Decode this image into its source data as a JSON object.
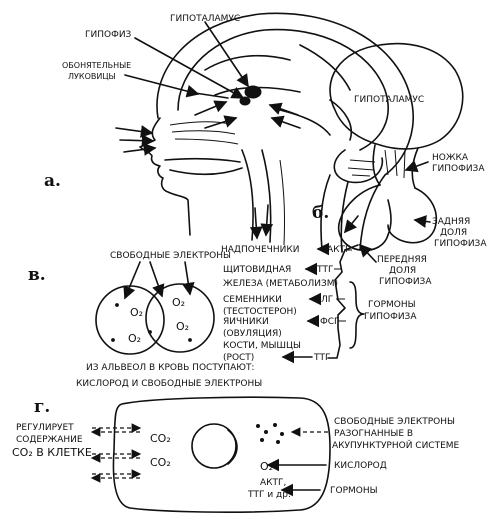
{
  "panel_letters": {
    "a": "а.",
    "b": "б.",
    "v": "в.",
    "g": "г."
  },
  "panel_a": {
    "hypothalamus": "ГИПОТАЛАМУС",
    "pituitary": "ГИПОФИЗ",
    "olfactory_line1": "ОБОНЯТЕЛЬНЫЕ",
    "olfactory_line2": "ЛУКОВИЦЫ"
  },
  "panel_b": {
    "hypothalamus": "ГИПОТАЛАМУС",
    "stalk_line1": "НОЖКА",
    "stalk_line2": "ГИПОФИЗА",
    "posterior_line1": "ЗАДНЯЯ",
    "posterior_line2": "ДОЛЯ",
    "posterior_line3": "ГИПОФИЗА",
    "anterior_line1": "ПЕРЕДНЯЯ",
    "anterior_line2": "ДОЛЯ",
    "anterior_line3": "ГИПОФИЗА"
  },
  "panel_v": {
    "free_electrons": "СВОБОДНЫЕ ЭЛЕКТРОНЫ",
    "o2_a": "O₂",
    "o2_b": "O₂",
    "o2_c": "O₂",
    "o2_d": "O₂",
    "targets": [
      {
        "organ": "НАДПОЧЕЧНИКИ",
        "hormone": "АКТГ"
      },
      {
        "organ": "ЩИТОВИДНАЯ",
        "hormone": "ТТГ"
      },
      {
        "organ": "ЖЕЛЕЗА (МЕТАБОЛИЗМ)",
        "hormone": ""
      },
      {
        "organ": "СЕМЕННИКИ",
        "hormone": "ЛГ"
      },
      {
        "organ": "(ТЕСТОСТЕРОН)",
        "hormone": ""
      },
      {
        "organ": "ЯИЧНИКИ",
        "hormone": "ФСГ"
      },
      {
        "organ": "(ОВУЛЯЦИЯ)",
        "hormone": ""
      },
      {
        "organ": "КОСТИ, МЫШЦЫ",
        "hormone": ""
      },
      {
        "organ": "(РОСТ)",
        "hormone": "ТТГ"
      }
    ],
    "hormones_line1": "ГОРМОНЫ",
    "hormones_line2": "ГИПОФИЗА",
    "alveoli_line1": "ИЗ АЛЬВЕОЛ В КРОВЬ ПОСТУПАЮТ:",
    "alveoli_line2": "КИСЛОРОД И СВОБОДНЫЕ ЭЛЕКТРОНЫ"
  },
  "panel_g": {
    "regulates_line1": "РЕГУЛИРУЕТ",
    "regulates_line2": "СОДЕРЖАНИЕ",
    "regulates_line3": "CO₂ В КЛЕТКЕ",
    "co2_top": "CO₂",
    "co2_bottom": "CO₂",
    "o2": "O₂",
    "hormones_in_cell_line1": "АКТГ,",
    "hormones_in_cell_line2": "ТТГ и др.",
    "electrons_line1": "СВОБОДНЫЕ ЭЛЕКТРОНЫ",
    "electrons_line2": "РАЗОГНАННЫЕ В",
    "electrons_line3": "АКУПУНКТУРНОЙ СИСТЕМЕ",
    "oxygen": "КИСЛОРОД",
    "hormones": "ГОРМОНЫ"
  }
}
